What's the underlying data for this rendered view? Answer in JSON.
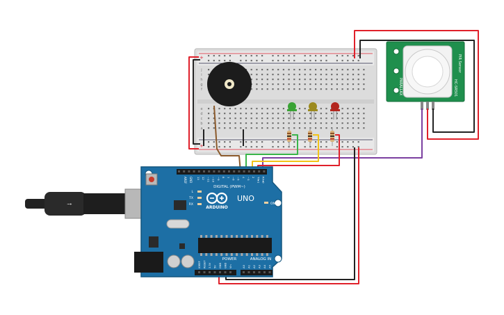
{
  "arduino": {
    "brand": "ARDUINO",
    "model": "UNO",
    "digital_header_label": "DIGITAL (PWM~)",
    "power_label": "POWER",
    "analog_label": "ANALOG IN",
    "on_label": "ON",
    "tx_label": "TX",
    "rx_label": "RX",
    "l_label": "L",
    "aref_label": "AREF",
    "gnd_label": "GND",
    "digital_pins": [
      "13",
      "12",
      "~11",
      "~10",
      "~9",
      "8",
      "7",
      "~6",
      "~5",
      "4",
      "~3",
      "2",
      "TX▸1",
      "RX◂0"
    ],
    "power_pins": [
      "IOREF",
      "RESET",
      "3.3V",
      "5V",
      "GND",
      "GND",
      "Vin"
    ],
    "analog_pins": [
      "A0",
      "A1",
      "A2",
      "A3",
      "A4",
      "A5"
    ]
  },
  "breadboard": {
    "row_letters_top": [
      "j",
      "i",
      "h",
      "g",
      "f"
    ],
    "row_letters_bottom": [
      "e",
      "d",
      "c",
      "b",
      "a"
    ],
    "rail_plus": "+",
    "rail_minus": "-"
  },
  "pir_sensor": {
    "label_side": "PIR Sensor",
    "label_code": "HC-SR501",
    "label_left": "PARALLAX"
  },
  "leds": [
    {
      "color": "#3aa335"
    },
    {
      "color": "#9c8a1e"
    },
    {
      "color": "#b3261e"
    }
  ],
  "wires": {
    "red": "#e0202a",
    "black": "#222222",
    "green": "#3ab54a",
    "yellow": "#f2c318",
    "purple": "#7b3fa0",
    "brown": "#8b5a2b"
  }
}
